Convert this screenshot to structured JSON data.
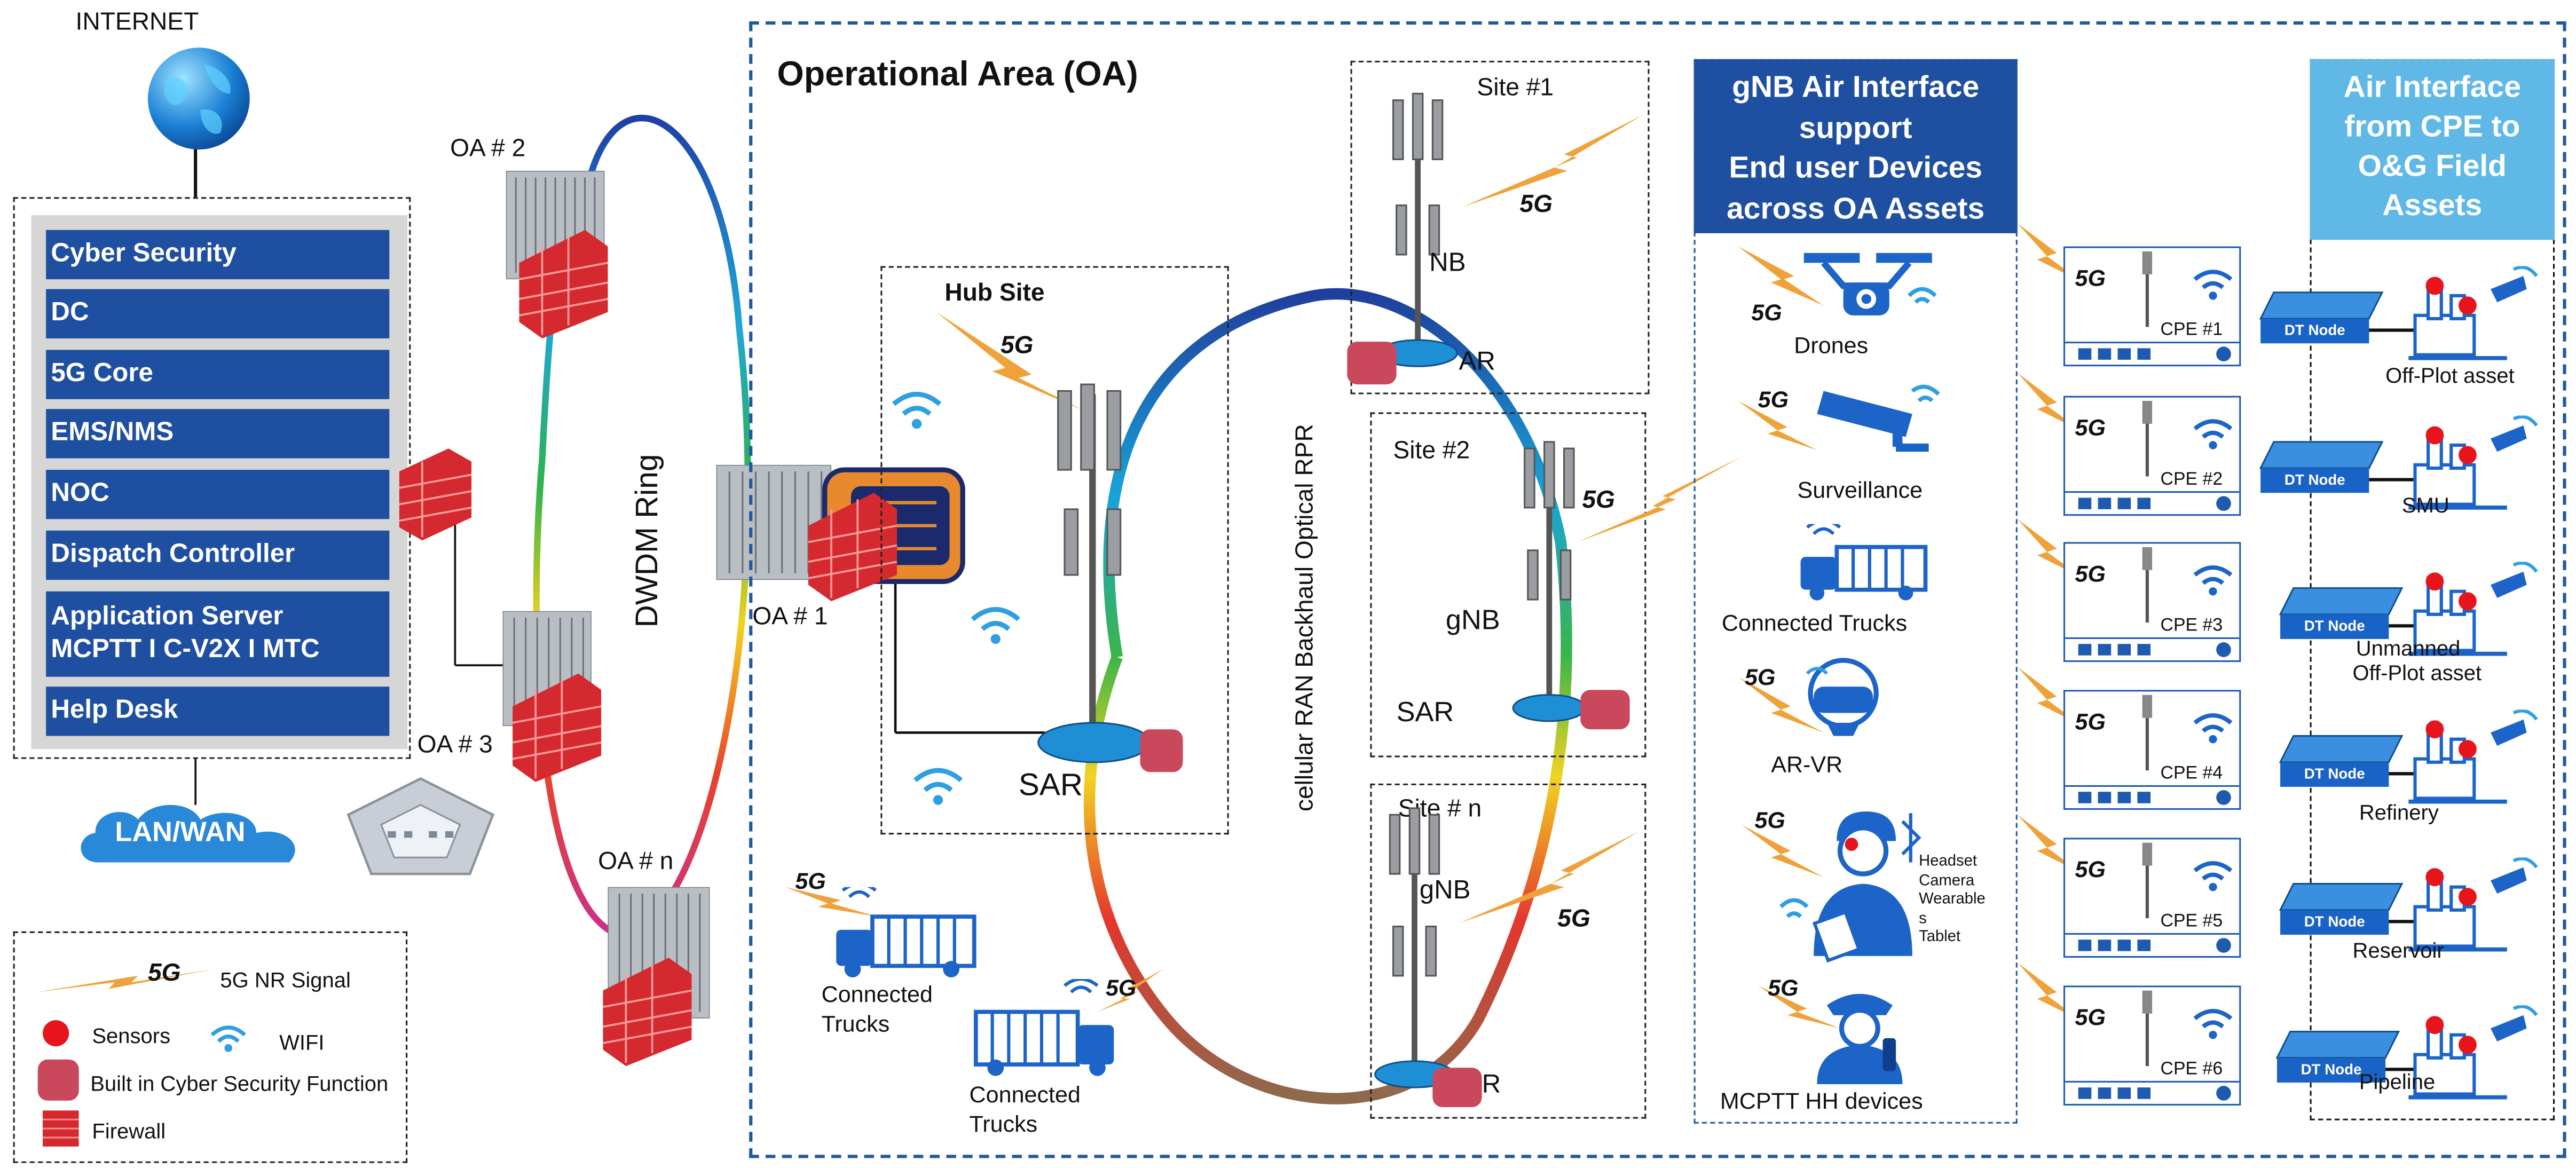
{
  "internet": {
    "label": "INTERNET"
  },
  "core": {
    "items": [
      "Cyber Security",
      "DC",
      "5G Core",
      "EMS/NMS",
      "NOC",
      "Dispatch Controller"
    ],
    "app_server_line1": "Application Server",
    "app_server_line2": "MCPTT I C-V2X I MTC",
    "help_desk": "Help Desk"
  },
  "lanwan": {
    "label": "LAN/WAN"
  },
  "legend": {
    "signal_icon": "5G",
    "signal_label": "5G NR Signal",
    "sensors_label": "Sensors",
    "wifi_label": "WIFI",
    "cyber_label": "Built in Cyber Security Function",
    "firewall_label": "Firewall"
  },
  "ring": {
    "oa2": "OA # 2",
    "oa3": "OA # 3",
    "oan": "OA # n",
    "oa1": "OA # 1",
    "dwdm": "DWDM Ring"
  },
  "oa": {
    "title": "Operational Area (OA)",
    "hub_site": "Hub Site",
    "hub_sar": "SAR",
    "backhaul": "cellular RAN Backhaul Optical RPR",
    "fiveg": "5G",
    "site1": {
      "title": "Site #1",
      "gnb": "NB",
      "sar": "AR"
    },
    "site2": {
      "title": "Site #2",
      "gnb": "gNB",
      "sar": "SAR"
    },
    "siten": {
      "title": "Site # n",
      "gnb": "gNB",
      "sar": "R"
    },
    "truck1_l1": "Connected",
    "truck1_l2": "Trucks",
    "truck2_l1": "Connected",
    "truck2_l2": "Trucks"
  },
  "gnb_panel": {
    "header": [
      "gNB Air Interface",
      "support",
      "End user Devices",
      "across OA Assets"
    ],
    "drones": "Drones",
    "surveillance": "Surveillance",
    "trucks": "Connected Trucks",
    "arvr": "AR-VR",
    "mcptt": "MCPTT HH devices",
    "wearables": [
      "Headset",
      "Camera",
      "Wearable",
      "s",
      "Tablet"
    ]
  },
  "cpe_panel": {
    "header": [
      "Air Interface",
      "from CPE to",
      "O&G Field",
      "Assets"
    ],
    "cpes": [
      "CPE #1",
      "CPE #2",
      "CPE #3",
      "CPE #4",
      "CPE #5",
      "CPE #6"
    ],
    "dt_node": "DT Node",
    "assets": [
      "Off-Plot asset",
      "SMU",
      "Unmanned",
      "Off-Plot asset",
      "Refinery",
      "Reservoir",
      "Pipeline"
    ]
  },
  "colors": {
    "navy": "#1f4fa0",
    "blue_header": "#1f4fa0",
    "light_header": "#5fb8e6",
    "firewall": "#d42a2f",
    "cyber": "#c9485b",
    "signal": "#f0a23a",
    "sensor": "#e8141c",
    "icon_blue": "#1c64c8"
  },
  "icons": [
    "internet-globe-icon",
    "firewall-icon",
    "cyber-module-icon",
    "tower-icon",
    "wifi-icon",
    "truck-icon",
    "drone-icon",
    "camera-icon",
    "vr-headset-icon",
    "worker-icon",
    "police-icon",
    "switch-icon",
    "plant-icon",
    "building-icon",
    "cloud-icon"
  ]
}
